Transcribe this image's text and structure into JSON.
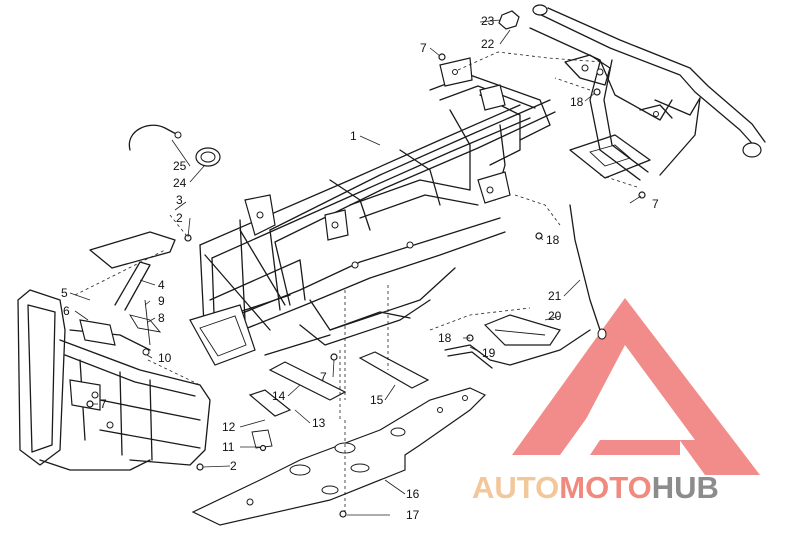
{
  "callouts": {
    "c1": "1",
    "c2a": "2",
    "c2b": "2",
    "c3": "3",
    "c4": "4",
    "c5": "5",
    "c6": "6",
    "c7a": "7",
    "c7b": "7",
    "c7c": "7",
    "c7d": "7",
    "c8": "8",
    "c9": "9",
    "c10": "10",
    "c11": "11",
    "c12": "12",
    "c13": "13",
    "c14": "14",
    "c15": "15",
    "c16": "16",
    "c17": "17",
    "c18a": "18",
    "c18b": "18",
    "c18c": "18",
    "c19": "19",
    "c20": "20",
    "c21": "21",
    "c22": "22",
    "c23": "23",
    "c24": "24",
    "c25": "25"
  },
  "watermark": {
    "part1": "AUTO",
    "part2": "MOTO",
    "part3": "HUB",
    "color_auto": "#f2c79a",
    "color_moto": "#f08a7e",
    "color_hub": "#8c8c8c",
    "logo_color": "#e8302b"
  }
}
